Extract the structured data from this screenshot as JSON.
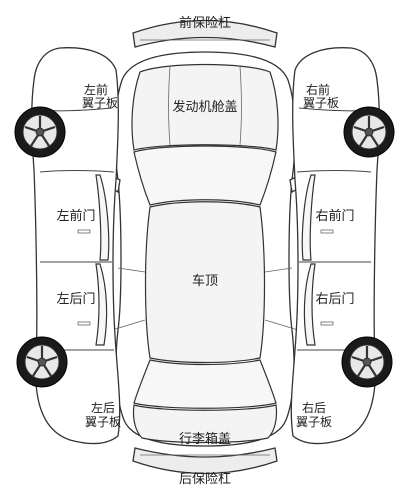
{
  "labels": {
    "front_bumper": "前保险杠",
    "rear_bumper": "后保险杠",
    "hood": "发动机舱盖",
    "roof": "车顶",
    "trunk": "行李箱盖",
    "left_front_fender_line1": "左前",
    "left_front_fender_line2": "翼子板",
    "right_front_fender_line1": "右前",
    "right_front_fender_line2": "翼子板",
    "left_rear_fender_line1": "左后",
    "left_rear_fender_line2": "翼子板",
    "right_rear_fender_line1": "右后",
    "right_rear_fender_line2": "翼子板",
    "left_front_door": "左前门",
    "left_rear_door": "左后门",
    "right_front_door": "右前门",
    "right_rear_door": "右后门"
  }
}
